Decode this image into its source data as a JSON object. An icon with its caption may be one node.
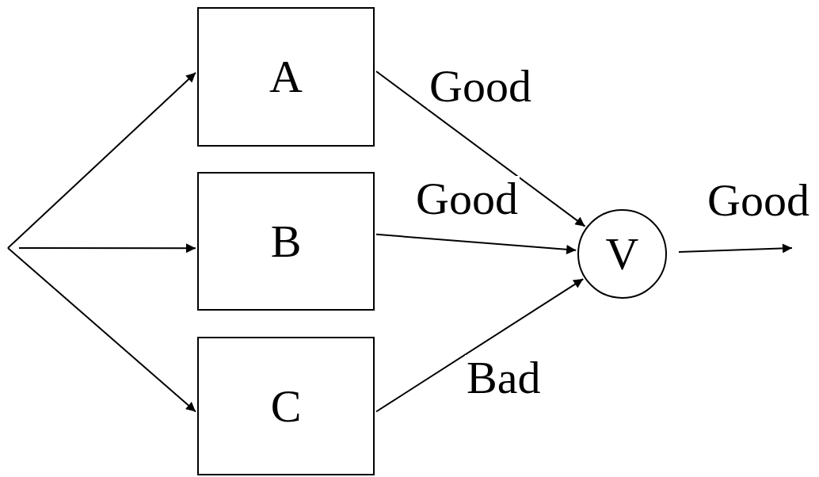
{
  "diagram": {
    "nodes": [
      {
        "text": [
          "A"
        ]
      },
      {
        "text": [
          "B"
        ]
      },
      {
        "text": [
          "C"
        ]
      },
      {
        "text": [
          "V"
        ]
      }
    ],
    "edges": [
      {
        "from": null,
        "to": 0,
        "arrow": "to"
      },
      {
        "from": null,
        "to": 1,
        "arrow": "to"
      },
      {
        "from": null,
        "to": 2,
        "arrow": "to"
      },
      {
        "from": 0,
        "to": 3,
        "arrow": "to",
        "label": "Good"
      },
      {
        "from": 1,
        "to": 3,
        "arrow": "to",
        "label": "Good"
      },
      {
        "from": 2,
        "to": 3,
        "arrow": "to",
        "label": "Bad"
      },
      {
        "from": 3,
        "to": null,
        "arrow": "to",
        "label": "Good"
      }
    ]
  }
}
